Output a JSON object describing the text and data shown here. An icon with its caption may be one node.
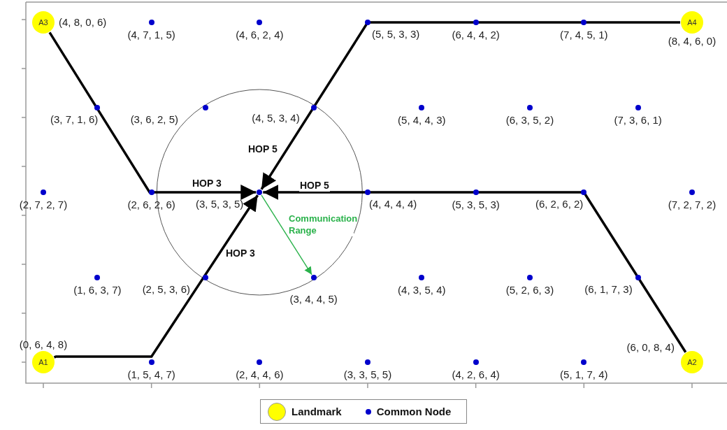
{
  "diagram": {
    "nodes": [
      {
        "text": [
          "A3"
        ],
        "beside": [
          "(4, 8, 0, 6)"
        ]
      },
      {
        "text": [],
        "shape": "circle",
        "beside": [
          "(4, 7, 1, 5)"
        ]
      },
      {
        "text": [],
        "shape": "circle",
        "beside": [
          "(4, 6, 2, 4)"
        ]
      },
      {
        "text": [],
        "shape": "circle",
        "beside": [
          "(5, 5, 3, 3)"
        ]
      },
      {
        "text": [],
        "shape": "circle",
        "beside": [
          "(6, 4, 4, 2)"
        ]
      },
      {
        "text": [],
        "shape": "circle",
        "beside": [
          "(7, 4, 5, 1)"
        ]
      },
      {
        "text": [
          "A4"
        ],
        "beside": [
          "(8, 4, 6, 0)"
        ]
      },
      {
        "text": [],
        "shape": "circle",
        "beside": [
          "(3, 7, 1, 6)"
        ]
      },
      {
        "text": [],
        "shape": "circle",
        "beside": [
          "(3, 6, 2, 5)"
        ]
      },
      {
        "text": [],
        "shape": "circle",
        "beside": [
          "(4, 5, 3, 4)"
        ]
      },
      {
        "text": [],
        "shape": "circle",
        "beside": [
          "(5, 4, 4, 3)"
        ]
      },
      {
        "text": [],
        "shape": "circle",
        "beside": [
          "(6, 3, 5, 2)"
        ]
      },
      {
        "text": [],
        "shape": "circle",
        "beside": [
          "(7, 3, 6, 1)"
        ]
      },
      {
        "text": [],
        "shape": "circle",
        "beside": [
          "(2, 7, 2, 7)"
        ]
      },
      {
        "text": [],
        "shape": "circle",
        "beside": [
          "(2, 6, 2, 6)"
        ]
      },
      {
        "text": [],
        "shape": "circle",
        "beside": [
          "(3, 5, 3, 5)"
        ]
      },
      {
        "text": [],
        "shape": "circle",
        "beside": [
          "(4, 4, 4, 4)"
        ]
      },
      {
        "text": [],
        "shape": "circle",
        "beside": [
          "(5, 3, 5, 3)"
        ]
      },
      {
        "text": [],
        "shape": "circle",
        "beside": [
          "(6, 2, 6, 2)"
        ]
      },
      {
        "text": [],
        "shape": "circle",
        "beside": [
          "(7, 2, 7, 2)"
        ]
      },
      {
        "text": [],
        "shape": "circle",
        "beside": [
          "(1, 6, 3, 7)"
        ]
      },
      {
        "text": [],
        "shape": "circle",
        "beside": [
          "(2, 5, 3, 6)"
        ]
      },
      {
        "text": [],
        "shape": "circle",
        "beside": [
          "(3, 4, 4, 5)"
        ]
      },
      {
        "text": [],
        "shape": "circle",
        "beside": [
          "(4, 3, 5, 4)"
        ]
      },
      {
        "text": [],
        "shape": "circle",
        "beside": [
          "(5, 2, 6, 3)"
        ]
      },
      {
        "text": [],
        "shape": "circle",
        "beside": [
          "(6, 1, 7, 3)"
        ]
      },
      {
        "text": [
          "A1"
        ],
        "beside": [
          "(0, 6, 4, 8)"
        ]
      },
      {
        "text": [],
        "shape": "circle",
        "beside": [
          "(1, 5, 4, 7)"
        ]
      },
      {
        "text": [],
        "shape": "circle",
        "beside": [
          "(2, 4, 4, 6)"
        ]
      },
      {
        "text": [],
        "shape": "circle",
        "beside": [
          "(3, 3, 5, 5)"
        ]
      },
      {
        "text": [],
        "shape": "circle",
        "beside": [
          "(4, 2, 6, 4)"
        ]
      },
      {
        "text": [],
        "shape": "circle",
        "beside": [
          "(5, 1, 7, 4)"
        ]
      },
      {
        "text": [
          "A2"
        ],
        "beside": [
          "(6, 0, 8, 4)"
        ]
      }
    ],
    "edges": [
      {
        "from": 26,
        "to": 15,
        "arrow": "to",
        "label": "HOP 3"
      },
      {
        "from": 0,
        "to": 15,
        "arrow": "to",
        "label": "HOP 3"
      },
      {
        "from": 6,
        "to": 15,
        "arrow": "to",
        "label": "HOP 5"
      },
      {
        "from": 32,
        "to": 15,
        "arrow": "to",
        "label": "HOP 5"
      },
      {
        "from": 15,
        "to": 22,
        "arrow": "to",
        "label": "Communication Range",
        "color": "#2ab24b"
      }
    ],
    "legend": [
      {
        "text": "Landmark",
        "color": "#ffff00"
      },
      {
        "text": "Common Node",
        "color": "#0000cc"
      }
    ]
  }
}
